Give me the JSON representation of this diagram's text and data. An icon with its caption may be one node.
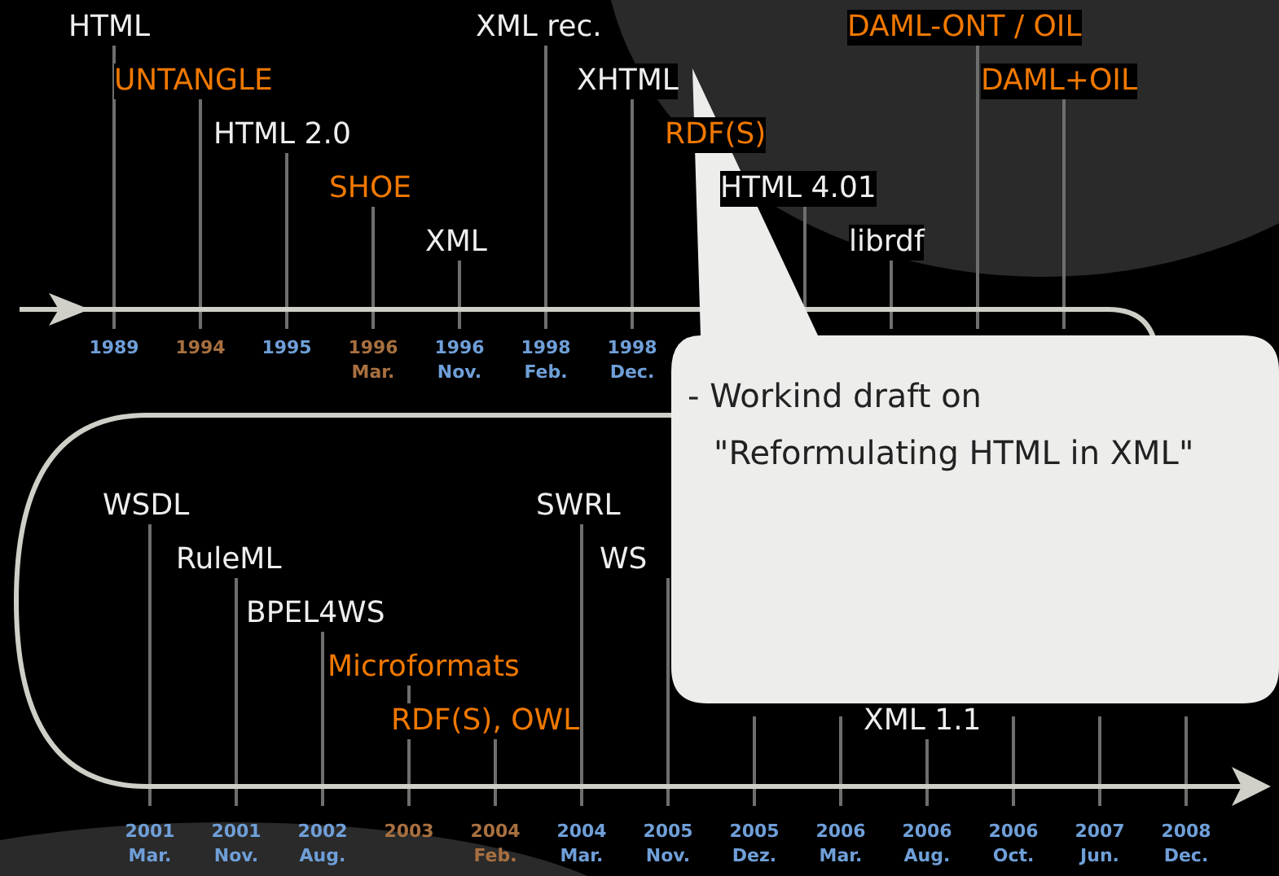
{
  "diagram": {
    "nodes": [
      {
        "text": [
          "- Workind draft on \"Reformulating HTML in XML\""
        ]
      }
    ],
    "labels": [
      "HTML",
      "UNTANGLE",
      "HTML 2.0",
      "SHOE",
      "XML",
      "XML rec.",
      "XHTML",
      "RDF(S)",
      "HTML 4.01",
      "librdf",
      "DAML-ONT / OIL",
      "DAML+OIL",
      "1989",
      "1994",
      "1995",
      "1996 Mar.",
      "1996 Nov.",
      "1998 Feb.",
      "1998 Dec.",
      "WSDL",
      "RuleML",
      "BPEL4WS",
      "Microformats",
      "RDF(S), OWL",
      "SWRL",
      "WS",
      "XML 1.1",
      "2001 Mar.",
      "2001 Nov.",
      "2002 Aug.",
      "2003",
      "2004 Feb.",
      "2004 Mar.",
      "2005 Nov.",
      "2005 Dez.",
      "2006 Mar.",
      "2006 Aug.",
      "2006 Oct.",
      "2007 Jun.",
      "2008 Dec."
    ]
  }
}
